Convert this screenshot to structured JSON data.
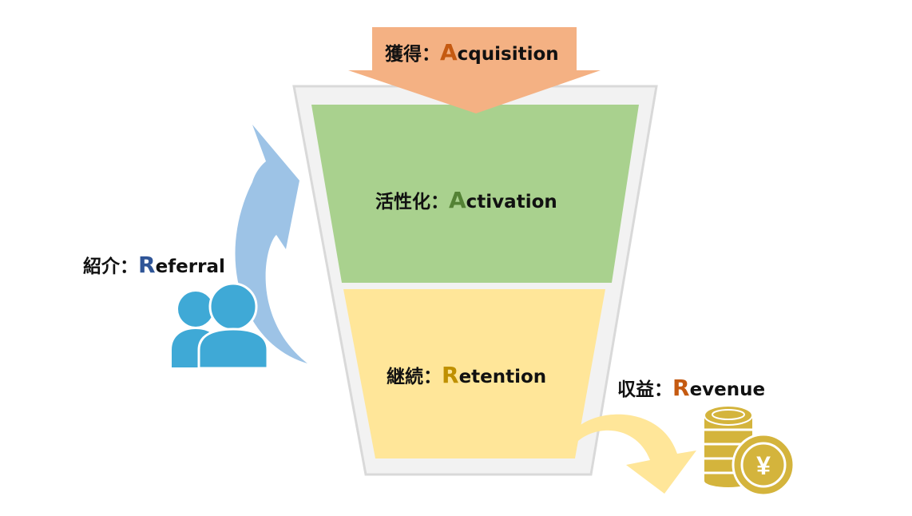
{
  "stages": {
    "acquisition": {
      "jp": "獲得：",
      "letter": "A",
      "rest": "cquisition",
      "letter_color": "#C55A11",
      "fill": "#F4B183"
    },
    "activation": {
      "jp": "活性化：",
      "letter": "A",
      "rest": "ctivation",
      "letter_color": "#548235",
      "fill": "#A9D18E"
    },
    "retention": {
      "jp": "継続：",
      "letter": "R",
      "rest": "etention",
      "letter_color": "#BF9000",
      "fill": "#FFE699"
    },
    "referral": {
      "jp": "紹介：",
      "letter": "R",
      "rest": "eferral",
      "letter_color": "#2F5597",
      "fill": "#9DC3E6"
    },
    "revenue": {
      "jp": "収益：",
      "letter": "R",
      "rest": "evenue",
      "letter_color": "#C55A11",
      "fill": "#FFE699"
    }
  },
  "icons": {
    "people": "people-icon",
    "coins": "coin-stack-icon",
    "yen_symbol": "¥"
  },
  "colors": {
    "funnel_frame": "#F2F2F2",
    "funnel_border": "#D9D9D9",
    "people": "#3FA9D6",
    "coins": "#D4B43C"
  }
}
